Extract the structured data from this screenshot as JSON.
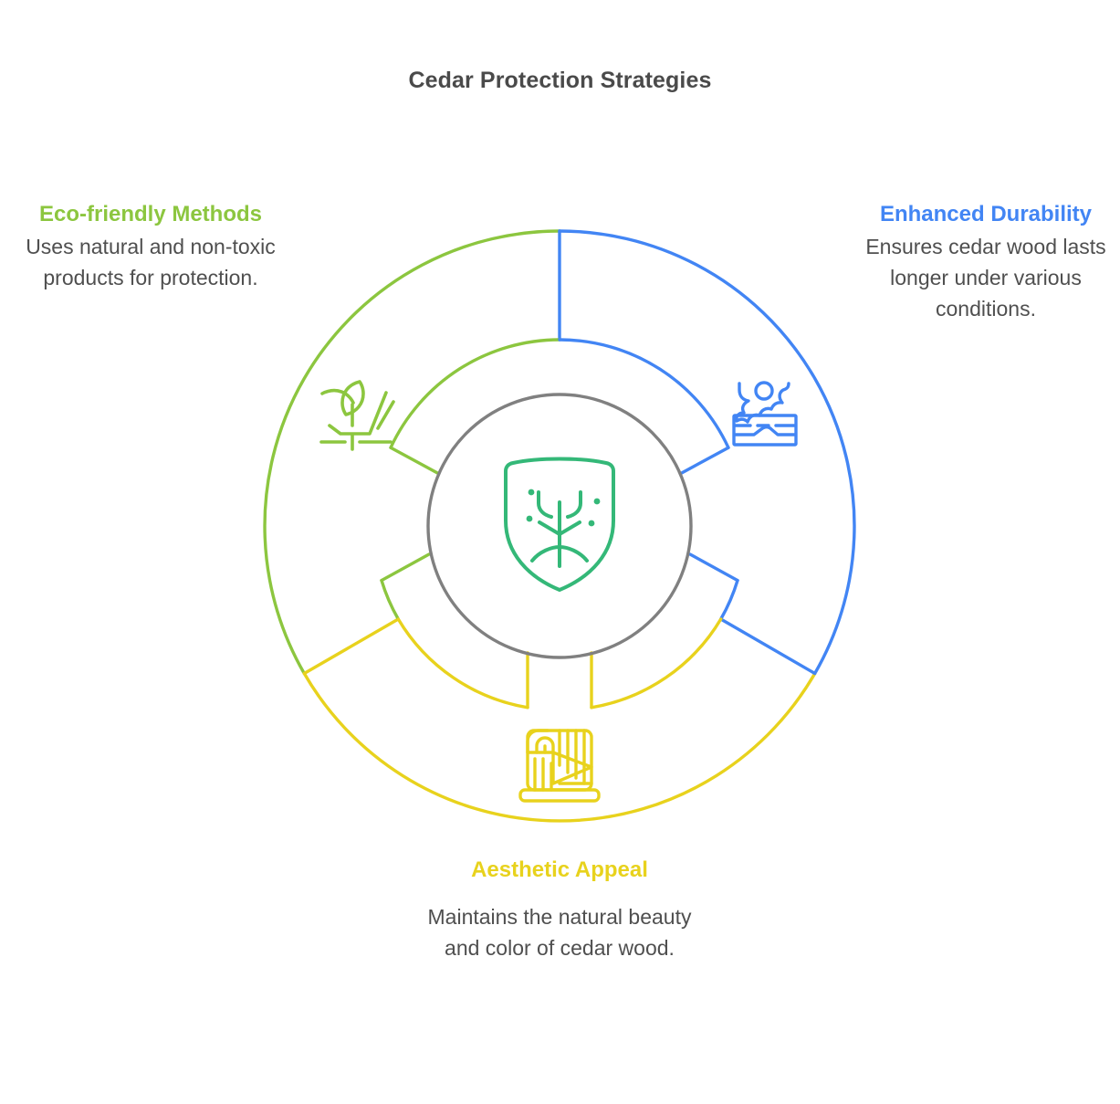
{
  "diagram": {
    "title": "Cedar Protection Strategies",
    "type": "radial-segmented-ring",
    "title_color": "#4a4a4a",
    "body_text_color": "#4f4f4f",
    "center": {
      "icon": "shield-tree-icon",
      "icon_color": "#34b878",
      "ring_color": "#808080"
    },
    "segments": [
      {
        "id": "eco",
        "title": "Eco-friendly Methods",
        "description": "Uses natural and non-toxic products for protection.",
        "color": "#8cc63f",
        "icon": "sprout-in-hand-icon",
        "position": "left"
      },
      {
        "id": "durability",
        "title": "Enhanced Durability",
        "description": "Ensures cedar wood lasts longer under various conditions.",
        "color": "#4285f4",
        "icon": "water-on-plank-icon",
        "position": "right"
      },
      {
        "id": "aesthetic",
        "title": "Aesthetic Appeal",
        "description": "Maintains the natural beauty and color of cedar wood.",
        "color": "#e8d21d",
        "icon": "wood-grain-panel-icon",
        "position": "bottom"
      }
    ]
  }
}
